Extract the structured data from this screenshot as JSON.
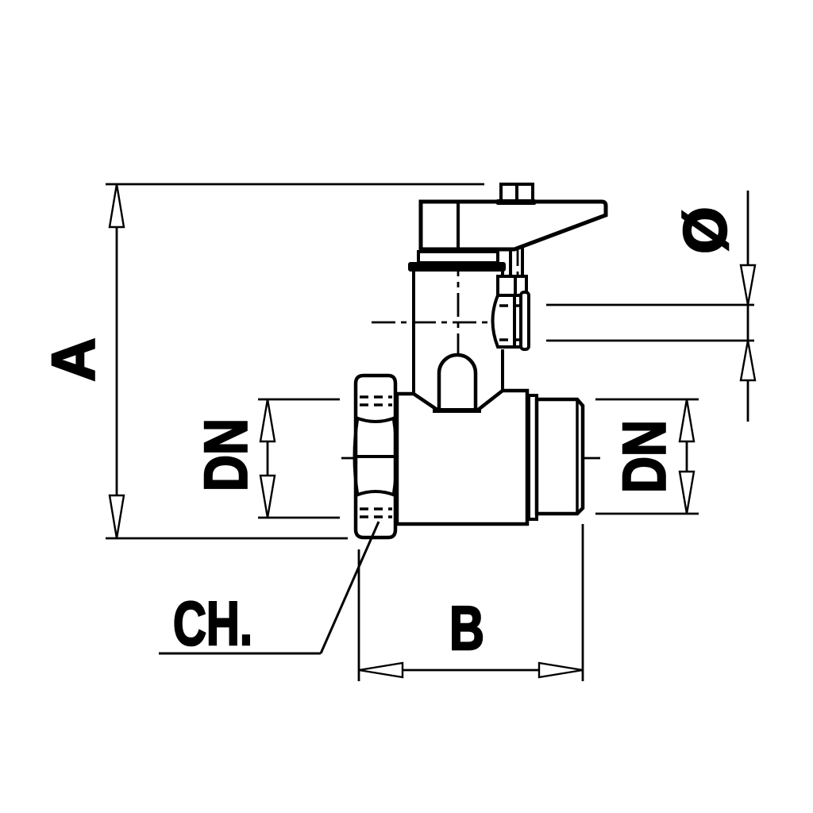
{
  "drawing": {
    "background_color": "#ffffff",
    "line_color": "#000000",
    "labels": {
      "overall_height": "A",
      "inlet_nominal_diameter": "DN",
      "outlet_nominal_diameter": "DN",
      "discharge_diameter": "Ø",
      "overall_length": "B",
      "wrench_size": "CH."
    }
  }
}
